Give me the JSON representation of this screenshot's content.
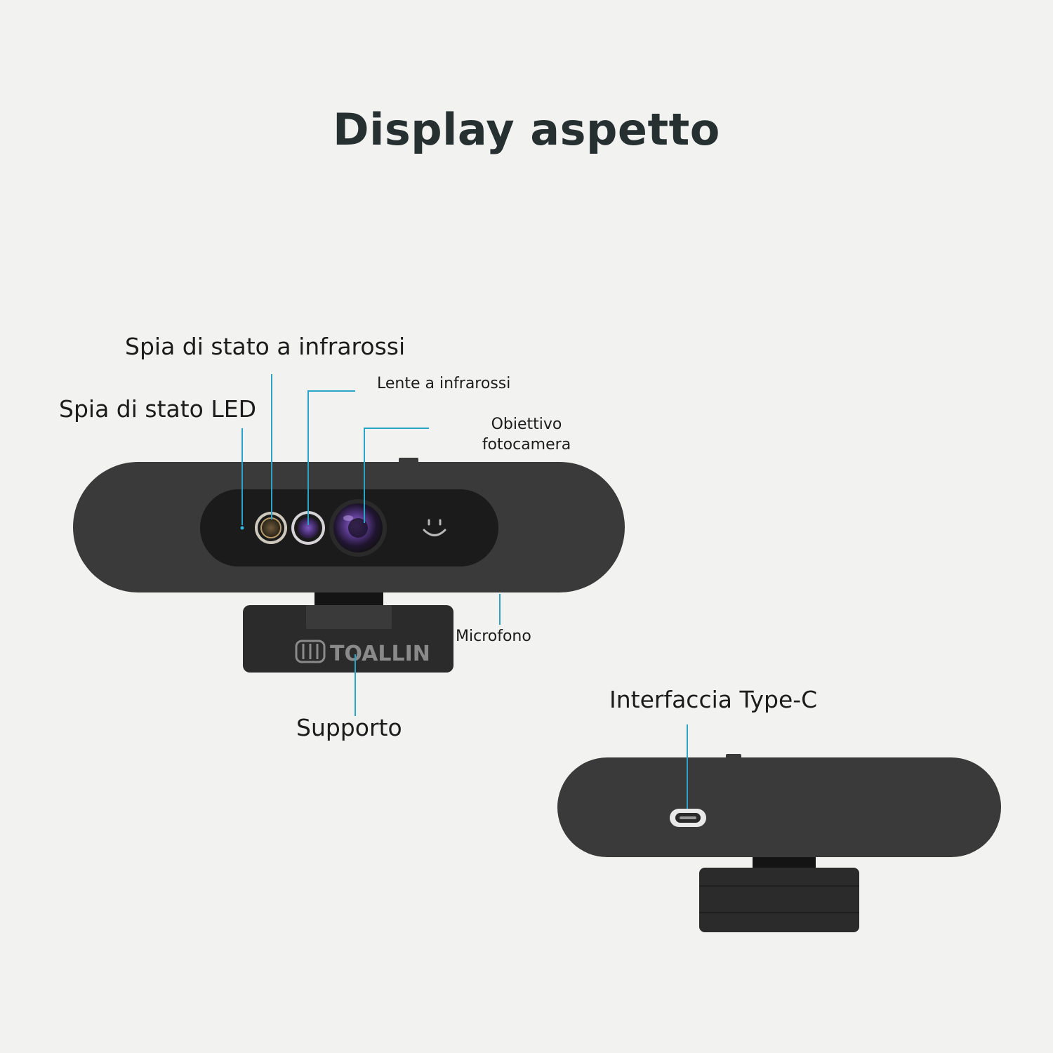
{
  "title": "Display aspetto",
  "brand": "TOALLIN",
  "colors": {
    "background": "#f2f2f1",
    "title_text": "#263030",
    "callout_line": "#2aa3c9",
    "device_body": "#3a3a3a",
    "front_panel": "#1b1b1b"
  },
  "labels": {
    "ir_status_light": "Spia di stato a infrarossi",
    "led_status_light": "Spia di stato LED",
    "ir_lens": "Lente a infrarossi",
    "camera_lens_line1": "Obiettivo",
    "camera_lens_line2": "fotocamera",
    "microphone": "Microfono",
    "stand": "Supporto",
    "type_c_port": "Interfaccia Type-C"
  },
  "icons": {
    "face": "smiley-icon",
    "logo": "toallin-logo-icon",
    "port": "usb-c-port-icon"
  }
}
